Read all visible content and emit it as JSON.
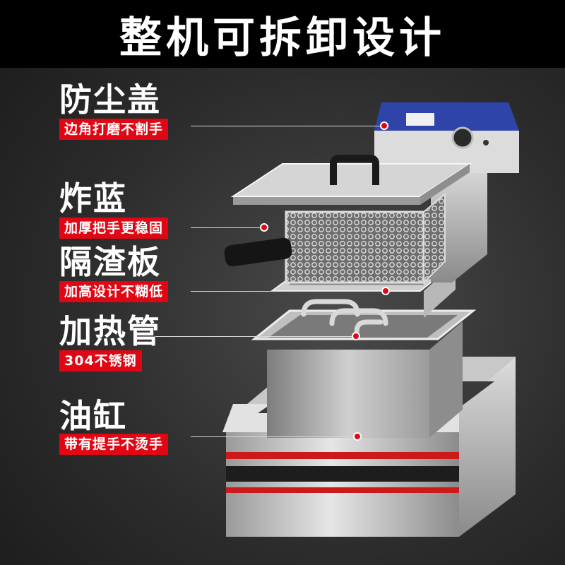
{
  "title": "整机可拆卸设计",
  "parts": [
    {
      "name": "防尘盖",
      "tag": "边角打磨不割手"
    },
    {
      "name": "炸蓝",
      "tag": "加厚把手更稳固"
    },
    {
      "name": "隔渣板",
      "tag": "加高设计不糊低"
    },
    {
      "name": "加热管",
      "tag": "304不锈钢"
    },
    {
      "name": "油缸",
      "tag": "带有提手不烫手"
    }
  ],
  "colors": {
    "accent": "#e10613",
    "title_bg": "#000000",
    "text": "#ffffff"
  }
}
